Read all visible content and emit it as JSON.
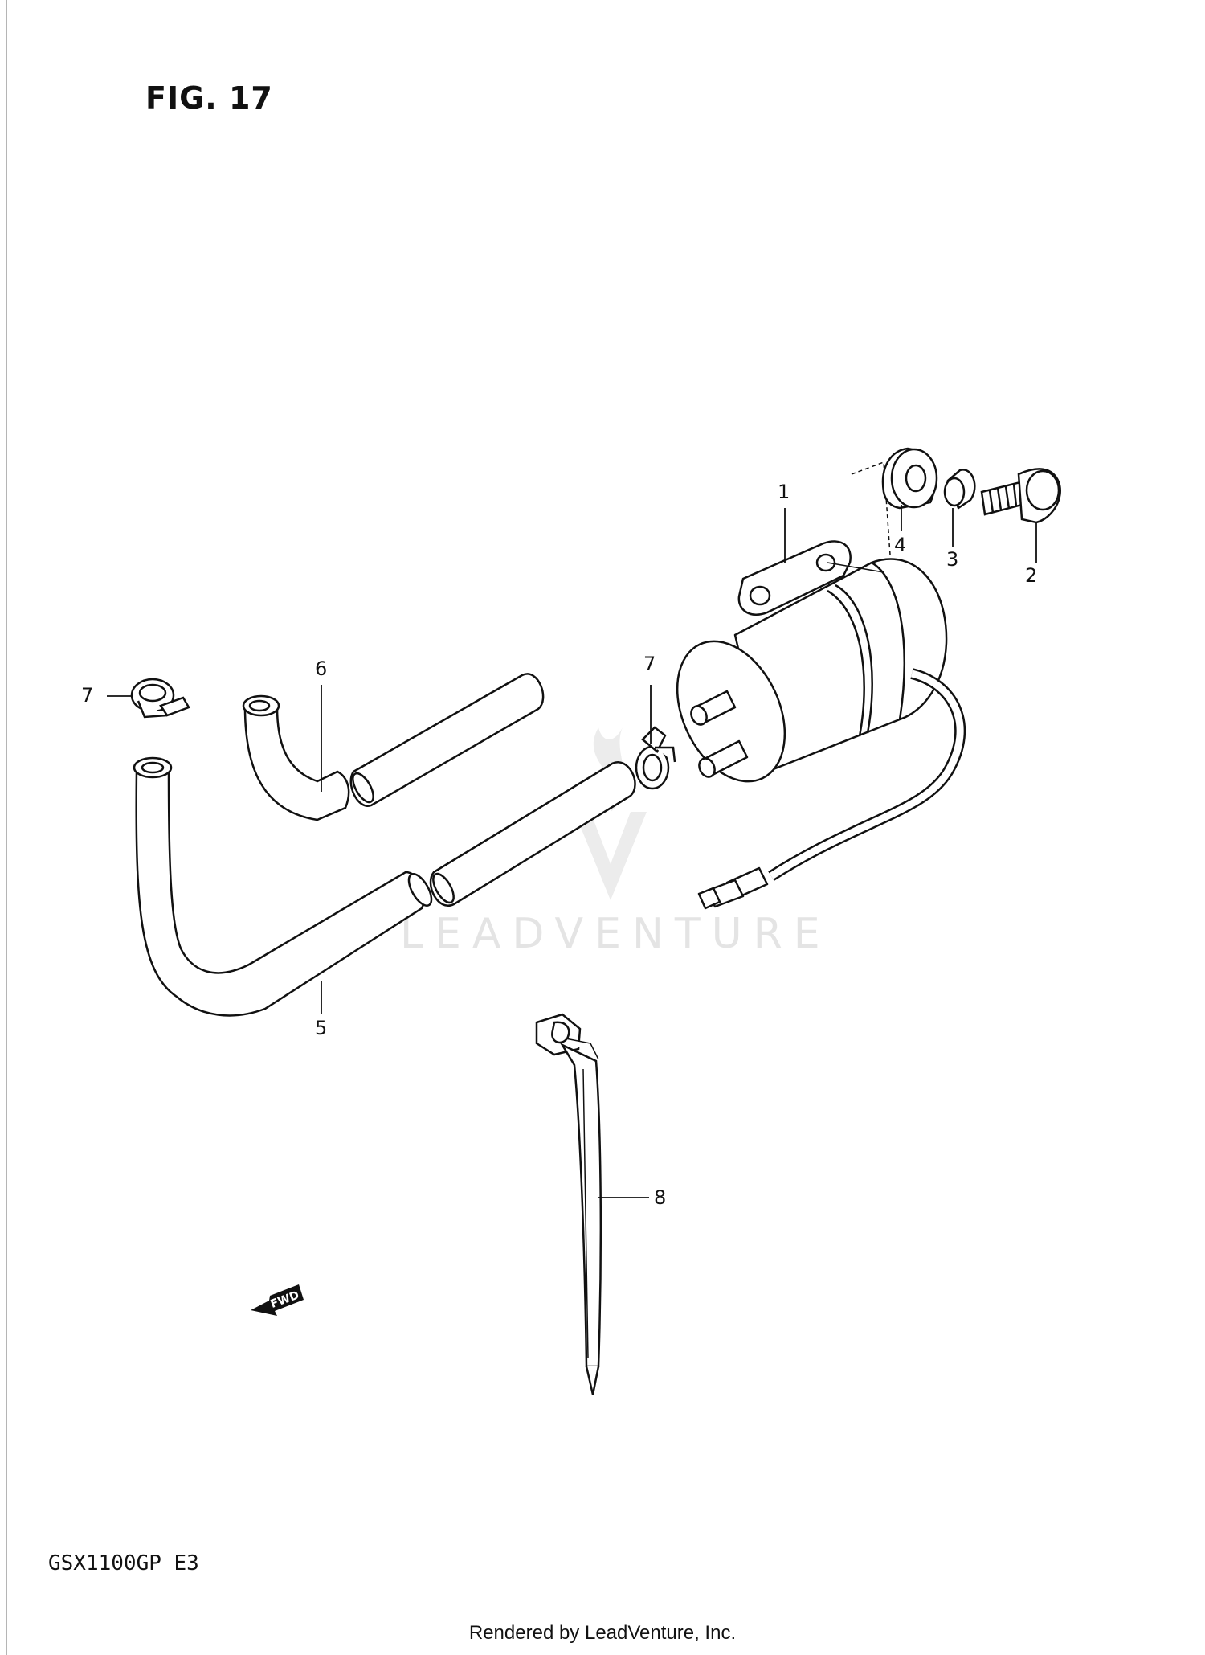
{
  "figure": {
    "title": "FIG. 17",
    "model_code": "GSX1100GP  E3",
    "footer": "Rendered by LeadVenture, Inc.",
    "watermark": "LEADVENTURE"
  },
  "callouts": [
    {
      "id": "callout-1",
      "label": "1",
      "part": "fuel-pump"
    },
    {
      "id": "callout-2",
      "label": "2",
      "part": "bolt"
    },
    {
      "id": "callout-3",
      "label": "3",
      "part": "spacer"
    },
    {
      "id": "callout-4",
      "label": "4",
      "part": "cushion"
    },
    {
      "id": "callout-5",
      "label": "5",
      "part": "fuel-hose-long"
    },
    {
      "id": "callout-6",
      "label": "6",
      "part": "fuel-hose-short"
    },
    {
      "id": "callout-7a",
      "label": "7",
      "part": "hose-clamp"
    },
    {
      "id": "callout-7b",
      "label": "7",
      "part": "hose-clamp"
    },
    {
      "id": "callout-8",
      "label": "8",
      "part": "cable-tie"
    }
  ],
  "fwd_arrow": {
    "label": "FWD"
  },
  "colors": {
    "ink": "#111111",
    "watermark": "#e4e4e4"
  }
}
